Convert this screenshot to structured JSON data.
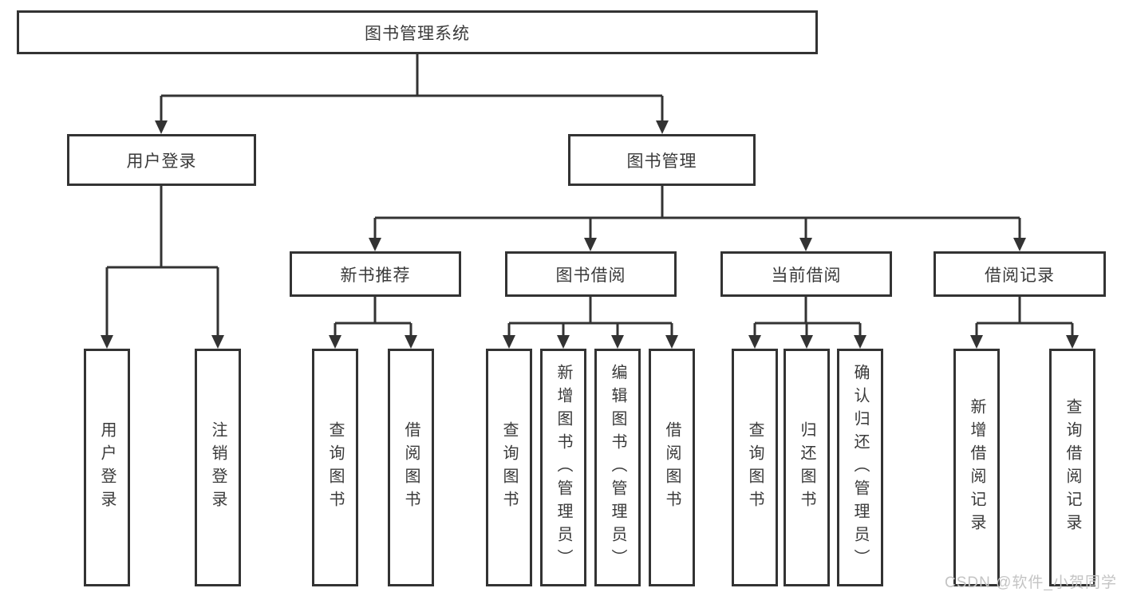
{
  "org_chart": {
    "label": "图书管理系统",
    "children": [
      {
        "label": "用户登录",
        "children": [
          {
            "label": "用户登录"
          },
          {
            "label": "注销登录"
          }
        ]
      },
      {
        "label": "图书管理",
        "children": [
          {
            "label": "新书推荐",
            "children": [
              {
                "label": "查询图书"
              },
              {
                "label": "借阅图书"
              }
            ]
          },
          {
            "label": "图书借阅",
            "children": [
              {
                "label": "查询图书"
              },
              {
                "label": "新增图书（管理员）"
              },
              {
                "label": "编辑图书（管理员）"
              },
              {
                "label": "借阅图书"
              }
            ]
          },
          {
            "label": "当前借阅",
            "children": [
              {
                "label": "查询图书"
              },
              {
                "label": "归还图书"
              },
              {
                "label": "确认归还（管理员）"
              }
            ]
          },
          {
            "label": "借阅记录",
            "children": [
              {
                "label": "新增借阅记录"
              },
              {
                "label": "查询借阅记录"
              }
            ]
          }
        ]
      }
    ]
  },
  "watermark": "CSDN @软件_小贺同学",
  "colors": {
    "line": "#333333",
    "box_border": "#333333",
    "text": "#3a3a3a",
    "watermark": "#c4c4c4",
    "background": "#ffffff"
  }
}
